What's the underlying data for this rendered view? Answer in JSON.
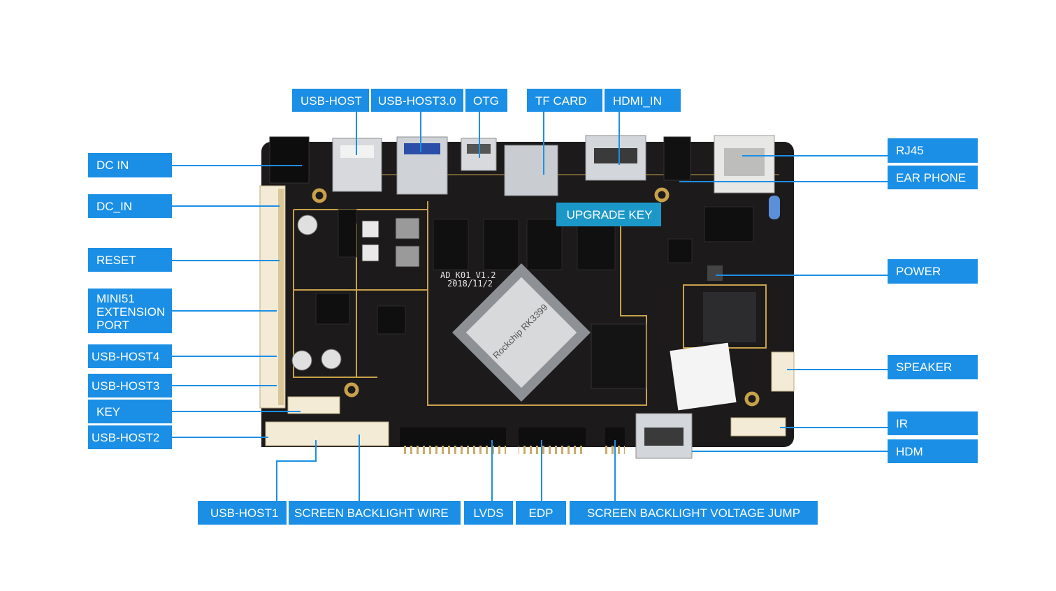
{
  "colors": {
    "label_bg": "#1b8fe6",
    "label_text": "#ffffff",
    "leader_line": "#1b8fe6",
    "board": "#1c1a1b",
    "board_trace": "#c8a24a"
  },
  "board": {
    "chip_marking": "Rockchip RK3399",
    "silkscreen_model": "AD_K01_V1.2",
    "silkscreen_date": "2018/11/2"
  },
  "labels": {
    "usb_host": "USB-HOST",
    "usb_host3_0": "USB-HOST3.0",
    "otg": "OTG",
    "tf_card": "TF CARD",
    "hdmi_in": "HDMI_IN",
    "dc_in_jack": "DC IN",
    "dc_in_header": "DC_IN",
    "reset": "RESET",
    "mini51_line1": "MINI51",
    "mini51_line2": "EXTENSION",
    "mini51_line3": "PORT",
    "usb_host4": "USB-HOST4",
    "usb_host3": "USB-HOST3",
    "key": "KEY",
    "usb_host2": "USB-HOST2",
    "rj45": "RJ45",
    "ear_phone": "EAR PHONE",
    "upgrade_key": "UPGRADE KEY",
    "power": "POWER",
    "speaker": "SPEAKER",
    "ir": "IR",
    "hdm": "HDM",
    "usb_host1": "USB-HOST1",
    "screen_backlight_wire": "SCREEN BACKLIGHT WIRE",
    "lvds": "LVDS",
    "edp": "EDP",
    "screen_backlight_voltage_jump": "SCREEN BACKLIGHT VOLTAGE JUMP"
  }
}
